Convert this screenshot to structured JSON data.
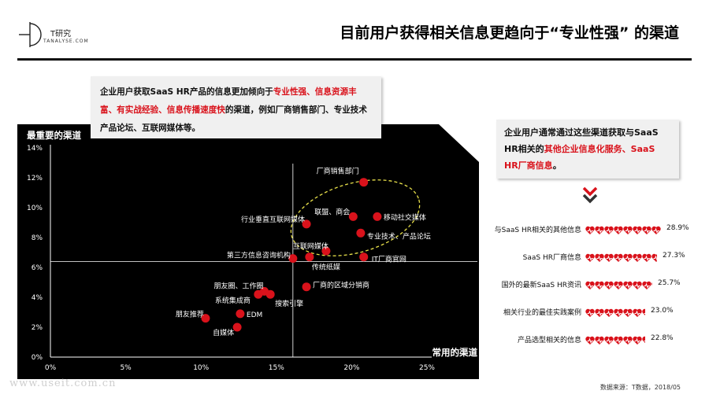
{
  "header": {
    "logo_name": "T研究",
    "logo_sub": "TANALYSE.COM",
    "title": "目前用户获得相关信息更趋向于“专业性强” 的渠道"
  },
  "callout_left": {
    "part1": "企业用户获取SaaS  HR产品的信息更加倾向于",
    "red1": "专业性强、信息资源丰富、有实战经验、信息传播速度快",
    "part2": "的渠道，例如厂商销售部门、专业技术产品论坛、互联网媒体等。"
  },
  "callout_right": {
    "part1": "企业用户通常通过这些渠道获取与SaaS  HR相关的",
    "red1": "其他企业信息化服务、SaaS HR厂商信息",
    "part2": "。"
  },
  "colors": {
    "accent": "#d9121b",
    "chart_bg": "#000000",
    "ellipse": "#e8e04a"
  },
  "chart_data": [
    {
      "type": "scatter",
      "title": "",
      "xlabel": "常用的渠道",
      "ylabel": "最重要的渠道",
      "xlim": [
        0,
        25
      ],
      "ylim": [
        0,
        14
      ],
      "x_ticks": [
        "0%",
        "5%",
        "10%",
        "15%",
        "20%",
        "25%"
      ],
      "y_ticks": [
        "0%",
        "2%",
        "4%",
        "6%",
        "8%",
        "10%",
        "12%",
        "14%"
      ],
      "crosshair": {
        "x": 16.1,
        "y": 6.4
      },
      "points": [
        {
          "label": "厂商销售部门",
          "x": 20.8,
          "y": 11.7
        },
        {
          "label": "联盟、商会",
          "x": 20.1,
          "y": 9.4
        },
        {
          "label": "移动社交媒体",
          "x": 21.7,
          "y": 9.4
        },
        {
          "label": "行业垂直互联网媒体",
          "x": 17.0,
          "y": 8.9
        },
        {
          "label": "专业技术、产品论坛",
          "x": 20.6,
          "y": 8.3
        },
        {
          "label": "互联网媒体",
          "x": 18.3,
          "y": 7.1
        },
        {
          "label": "第三方信息咨询机构",
          "x": 16.1,
          "y": 6.6
        },
        {
          "label": "传统纸媒",
          "x": 17.2,
          "y": 6.7
        },
        {
          "label": "IT厂商官网",
          "x": 20.8,
          "y": 6.7
        },
        {
          "label": "厂商的区域分销商",
          "x": 17.0,
          "y": 4.7
        },
        {
          "label": "朋友圈、工作圈",
          "x": 14.2,
          "y": 4.4
        },
        {
          "label": "系统集成商",
          "x": 13.8,
          "y": 4.2
        },
        {
          "label": "搜索引擎",
          "x": 14.6,
          "y": 4.2
        },
        {
          "label": "朋友推荐",
          "x": 10.3,
          "y": 2.6
        },
        {
          "label": "EDM",
          "x": 12.6,
          "y": 2.9
        },
        {
          "label": "自媒体",
          "x": 12.4,
          "y": 2.0
        }
      ]
    },
    {
      "type": "bar",
      "categories": [
        "与SaaS HR相关的其他信息",
        "SaaS  HR厂商信息",
        "国外的最新SaaS HR资讯",
        "相关行业的最佳实践案例",
        "产品选型相关的信息"
      ],
      "values": [
        28.9,
        27.3,
        25.7,
        23.0,
        22.8
      ],
      "value_labels": [
        "28.9%",
        "27.3%",
        "25.7%",
        "23.0%",
        "22.8%"
      ]
    }
  ],
  "footer": {
    "source": "数据来源：T数据，2018/05",
    "watermark": "www.useit.com.cn"
  }
}
